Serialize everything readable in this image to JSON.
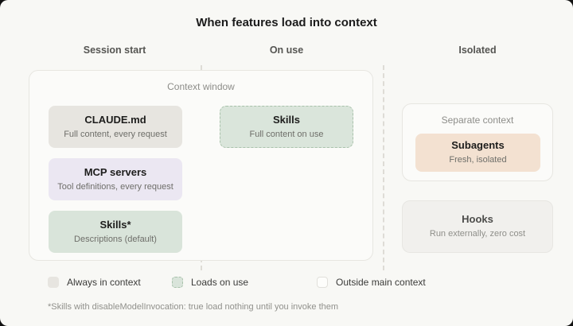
{
  "page": {
    "title": "When features load into context"
  },
  "columns": [
    {
      "label": "Session start"
    },
    {
      "label": "On use"
    },
    {
      "label": "Isolated"
    }
  ],
  "context_window": {
    "label": "Context window",
    "cards": [
      {
        "title": "CLAUDE.md",
        "subtitle": "Full content, every request",
        "bg": "#e7e5e0",
        "border_style": "none"
      },
      {
        "title": "Skills",
        "subtitle": "Full content on use",
        "bg": "#dae5db",
        "border_style": "dashed-green"
      },
      {
        "title": "MCP servers",
        "subtitle": "Tool definitions, every request",
        "bg": "#ebe7f2",
        "border_style": "none"
      },
      {
        "title": "Skills*",
        "subtitle": "Descriptions (default)",
        "bg": "#d9e4da",
        "border_style": "none"
      }
    ]
  },
  "separate_context": {
    "label": "Separate context",
    "card": {
      "title": "Subagents",
      "subtitle": "Fresh, isolated",
      "bg": "#f3e1d1"
    }
  },
  "hooks": {
    "title": "Hooks",
    "subtitle": "Run externally, zero cost"
  },
  "legend": [
    {
      "label": "Always in context",
      "swatch": "gray-solid"
    },
    {
      "label": "Loads on use",
      "swatch": "green-dashed"
    },
    {
      "label": "Outside main context",
      "swatch": "white-outline"
    }
  ],
  "footnote": "*Skills with disableModelInvocation: true load nothing until you invoke them",
  "colors": {
    "page_bg": "#f8f8f5",
    "panel_bg": "#fbfbf9",
    "panel_border": "#e7e6e1",
    "always_in_context": "#e7e5e0",
    "loads_on_use": "#d9e4da",
    "loads_on_use_dash": "#a9c2ab",
    "mcp_lavender": "#ebe7f2",
    "subagents_peach": "#f3e1d1",
    "hooks_bg": "#f1f0ed",
    "separator_dash": "#dedcd6",
    "title_text": "#1b1b1b",
    "muted_text": "#8d8d89"
  }
}
